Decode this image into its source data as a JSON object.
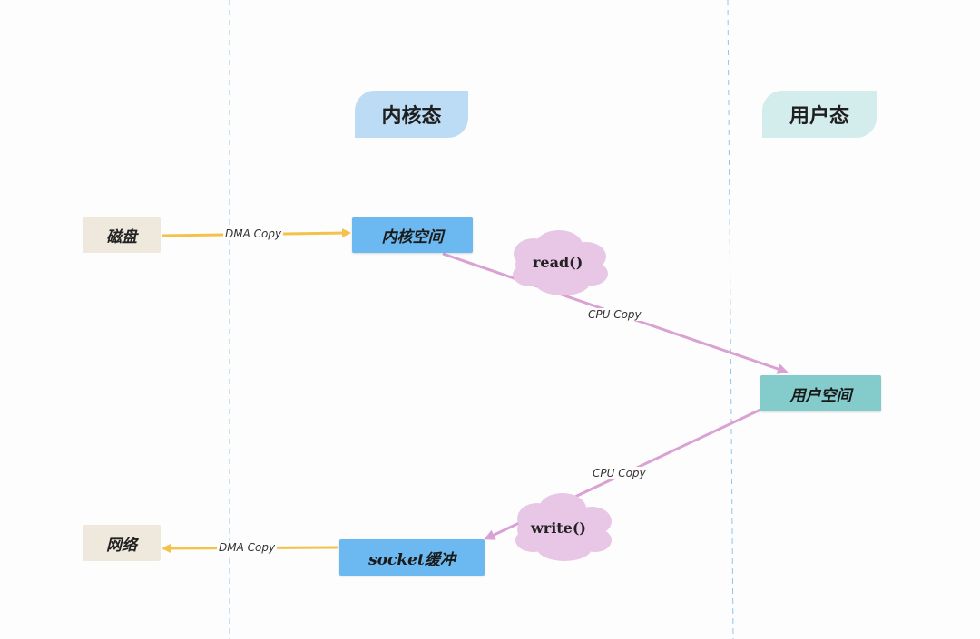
{
  "headers": {
    "kernel_mode": "内核态",
    "user_mode": "用户态"
  },
  "nodes": {
    "disk": "磁盘",
    "network": "网络",
    "kernel_space": "内核空间",
    "user_space": "用户空间",
    "socket_buffer": "socket缓冲"
  },
  "edges": {
    "dma_copy_in": "DMA Copy",
    "cpu_copy_read": "CPU Copy",
    "cpu_copy_write": "CPU Copy",
    "dma_copy_out": "DMA Copy"
  },
  "calls": {
    "read": "read()",
    "write": "write()"
  },
  "colors": {
    "kernel_header": "#bcdcf6",
    "user_header": "#d3ecec",
    "dma_arrow": "#f4c24b",
    "cpu_arrow": "#d9a2d3",
    "cloud": "#e8c6e5",
    "divider": "#8ec5ec"
  }
}
